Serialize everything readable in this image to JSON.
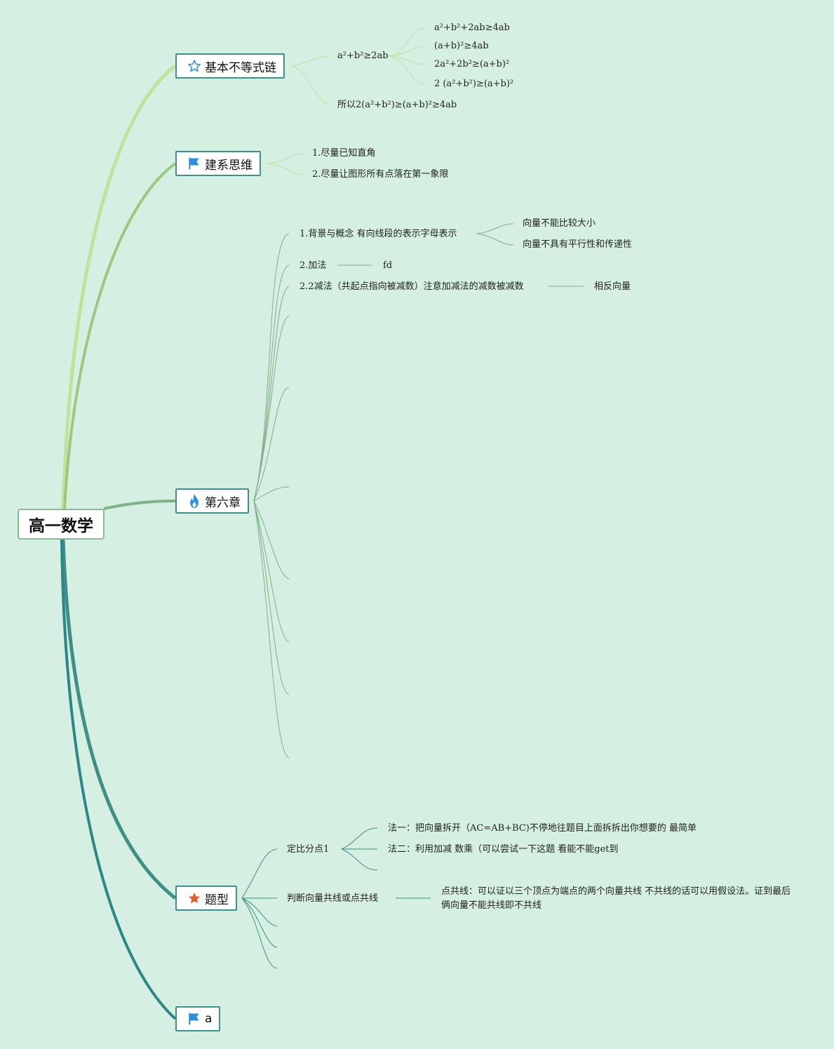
{
  "root": {
    "label": "高一数学"
  },
  "topics": {
    "chain": {
      "label": "基本不等式链",
      "icon": "star-outline-icon",
      "color": "#2d8fd8"
    },
    "model": {
      "label": "建系思维",
      "icon": "flag-icon",
      "color": "#2d8fd8"
    },
    "ch6": {
      "label": "第六章",
      "icon": "fire-icon",
      "color": "#2d8fd8"
    },
    "types": {
      "label": "题型",
      "icon": "star-filled-icon",
      "color": "#e06030"
    },
    "a": {
      "label": "a",
      "icon": "flag-icon",
      "color": "#2d8fd8"
    }
  },
  "chain": {
    "base": "a²+b²≥2ab",
    "children": [
      "a²+b²+2ab≥4ab",
      "(a+b)²≥4ab",
      "2a²+2b²≥(a+b)²",
      "2  (a²+b²)≥(a+b)²"
    ],
    "conclusion": "所以2(a²+b²)≥(a+b)²≥4ab"
  },
  "model": {
    "items": [
      "1.尽量已知直角",
      "2.尽量让图形所有点落在第一象限"
    ]
  },
  "ch6": {
    "item1": "1.背景与概念 有向线段的表示字母表示",
    "item1_children": [
      "向量不能比较大小",
      "向量不具有平行性和传递性"
    ],
    "item2": "2.加法",
    "item2_child": "fd",
    "item3": "2.2减法（共起点指向被减数）注意加减法的减数被减数",
    "item3_child": "相反向量"
  },
  "types": {
    "item1": "定比分点1",
    "item1_children": [
      "法一：把向量拆开（AC=AB+BC)不停地往题目上面拆拆出你想要的 最简单",
      "法二：利用加减 数乘（可以尝试一下这题 看能不能get到"
    ],
    "item2": "判断向量共线或点共线",
    "item2_child": "点共线：可以证以三个顶点为端点的两个向量共线 不共线的话可以用假设法。证到最后俩向量不能共线即不共线"
  },
  "colors": {
    "background": "#d5efe2",
    "branch_chain": "#bfe39a",
    "branch_model": "#9cc980",
    "branch_ch6": "#7fb088",
    "branch_types": "#3e8f86",
    "branch_a": "#2c8787"
  }
}
